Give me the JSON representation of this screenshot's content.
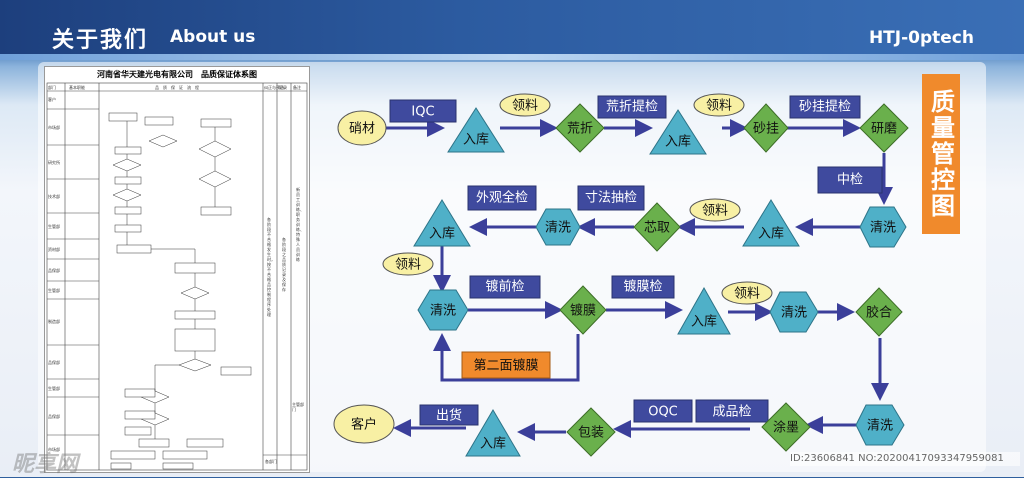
{
  "header": {
    "title_cn": "关于我们",
    "title_en": "About us",
    "brand": "HTJ-0ptech"
  },
  "document": {
    "title": "河南省华天建光电有限公司　品质保证体系图",
    "col_headers": [
      "部门",
      "基本职能",
      "品　质　保　证　流　程",
      "纠正与预防",
      "记录",
      "备注"
    ],
    "departments": [
      "客户",
      "市场部",
      "研究所",
      "技术部",
      "生管部",
      "资材部",
      "品保部",
      "生管部",
      "制造部",
      "品保部",
      "生管部",
      "品保部",
      "市场部"
    ],
    "vertical_note_1": "各阶段不合格发生时，按不合格品控制程序处理",
    "vertical_note_2": "各阶段之品质记录及保存",
    "vertical_note_3": "新员工训练、职务训练、特殊人员训练",
    "footer_left": "各部门",
    "footer_right": "主管部门"
  },
  "qc_label": "质量管控图",
  "watermark": {
    "left": "昵享网",
    "right": "ID:23606841 NO:20200417093347959081"
  },
  "flow": {
    "material": "硝材",
    "iqc": "IQC",
    "storage": "入库",
    "pick": "领料",
    "rough_grind": "荒折",
    "rough_inspect": "荒折提检",
    "sand_hang": "砂挂",
    "sand_inspect": "砂挂提检",
    "polish": "研磨",
    "mid_check": "中检",
    "clean": "清洗",
    "core": "芯取",
    "size_check": "寸法抽检",
    "appear_check": "外观全检",
    "pre_coat_check": "镀前检",
    "coat": "镀膜",
    "coat_check": "镀膜检",
    "second_coat": "第二面镀膜",
    "glue": "胶合",
    "ink": "涂墨",
    "final_check": "成品检",
    "oqc": "OQC",
    "pack": "包装",
    "ship": "出货",
    "customer": "客户"
  }
}
